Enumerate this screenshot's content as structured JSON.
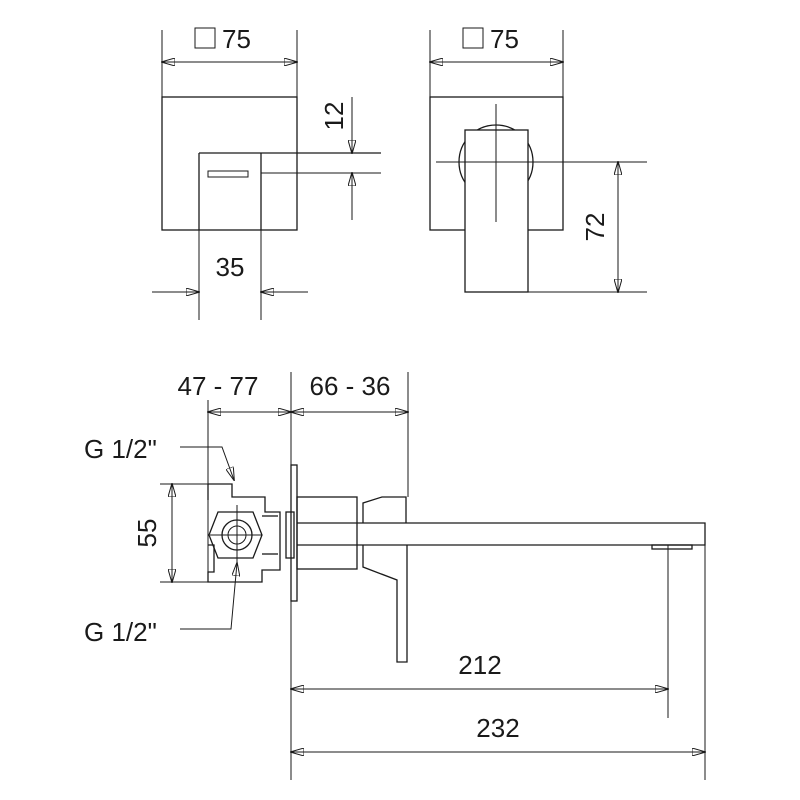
{
  "dimensions": {
    "front_width": "75",
    "side_width": "75",
    "spout_thickness": "12",
    "spout_width": "35",
    "lever_height": "72",
    "body_depth_range": "47 - 77",
    "plate_depth_range": "66 - 36",
    "body_height": "55",
    "inlet_top": "G 1/2\"",
    "inlet_bottom": "G 1/2\"",
    "spout_reach": "212",
    "total_length": "232"
  },
  "icons": {
    "square_symbol": "square-section-icon"
  }
}
